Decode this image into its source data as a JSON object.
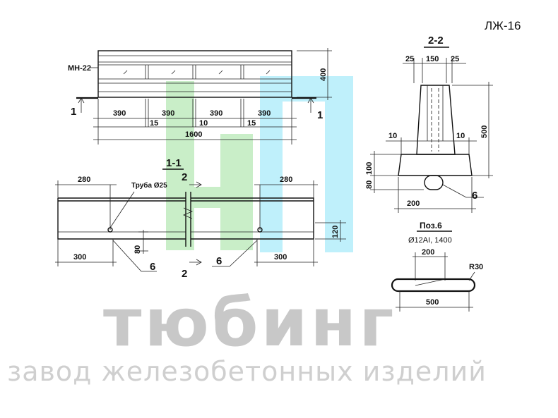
{
  "product_code": "ЛЖ-16",
  "plan": {
    "mesh_label": "МН-22",
    "height": "400",
    "spans": [
      "390",
      "390",
      "390",
      "390"
    ],
    "gaps": [
      "15",
      "10",
      "15"
    ],
    "length": "1600",
    "cut_left": "1",
    "cut_right": "1"
  },
  "section_1_1": {
    "title": "1-1",
    "cut_mark_top": "2",
    "cut_mark_bottom": "2",
    "pipe_label": "Труба Ø25",
    "left_offset_top": "280",
    "right_offset_top": "280",
    "left_offset_bottom": "300",
    "right_offset_bottom": "300",
    "lower_height": "80",
    "right_height": "120",
    "pos_left": "6",
    "pos_right": "6"
  },
  "section_2_2": {
    "title": "2-2",
    "top_left": "25",
    "top_mid": "150",
    "top_right": "25",
    "height": "500",
    "side_left": "10",
    "side_right": "10",
    "base_upper": "100",
    "base_lower": "80",
    "base_width": "200",
    "pos": "6"
  },
  "pos6": {
    "title": "Поз.6",
    "spec": "Ø12AI, 1400",
    "inner": "200",
    "radius": "R30",
    "length": "500"
  },
  "watermark": {
    "word": "тюбинг",
    "subtitle": "завод железобетонных изделий",
    "colors": {
      "green": "#c9eec8",
      "cyan": "#bff0fb",
      "grey": "#c8c8c8"
    }
  }
}
